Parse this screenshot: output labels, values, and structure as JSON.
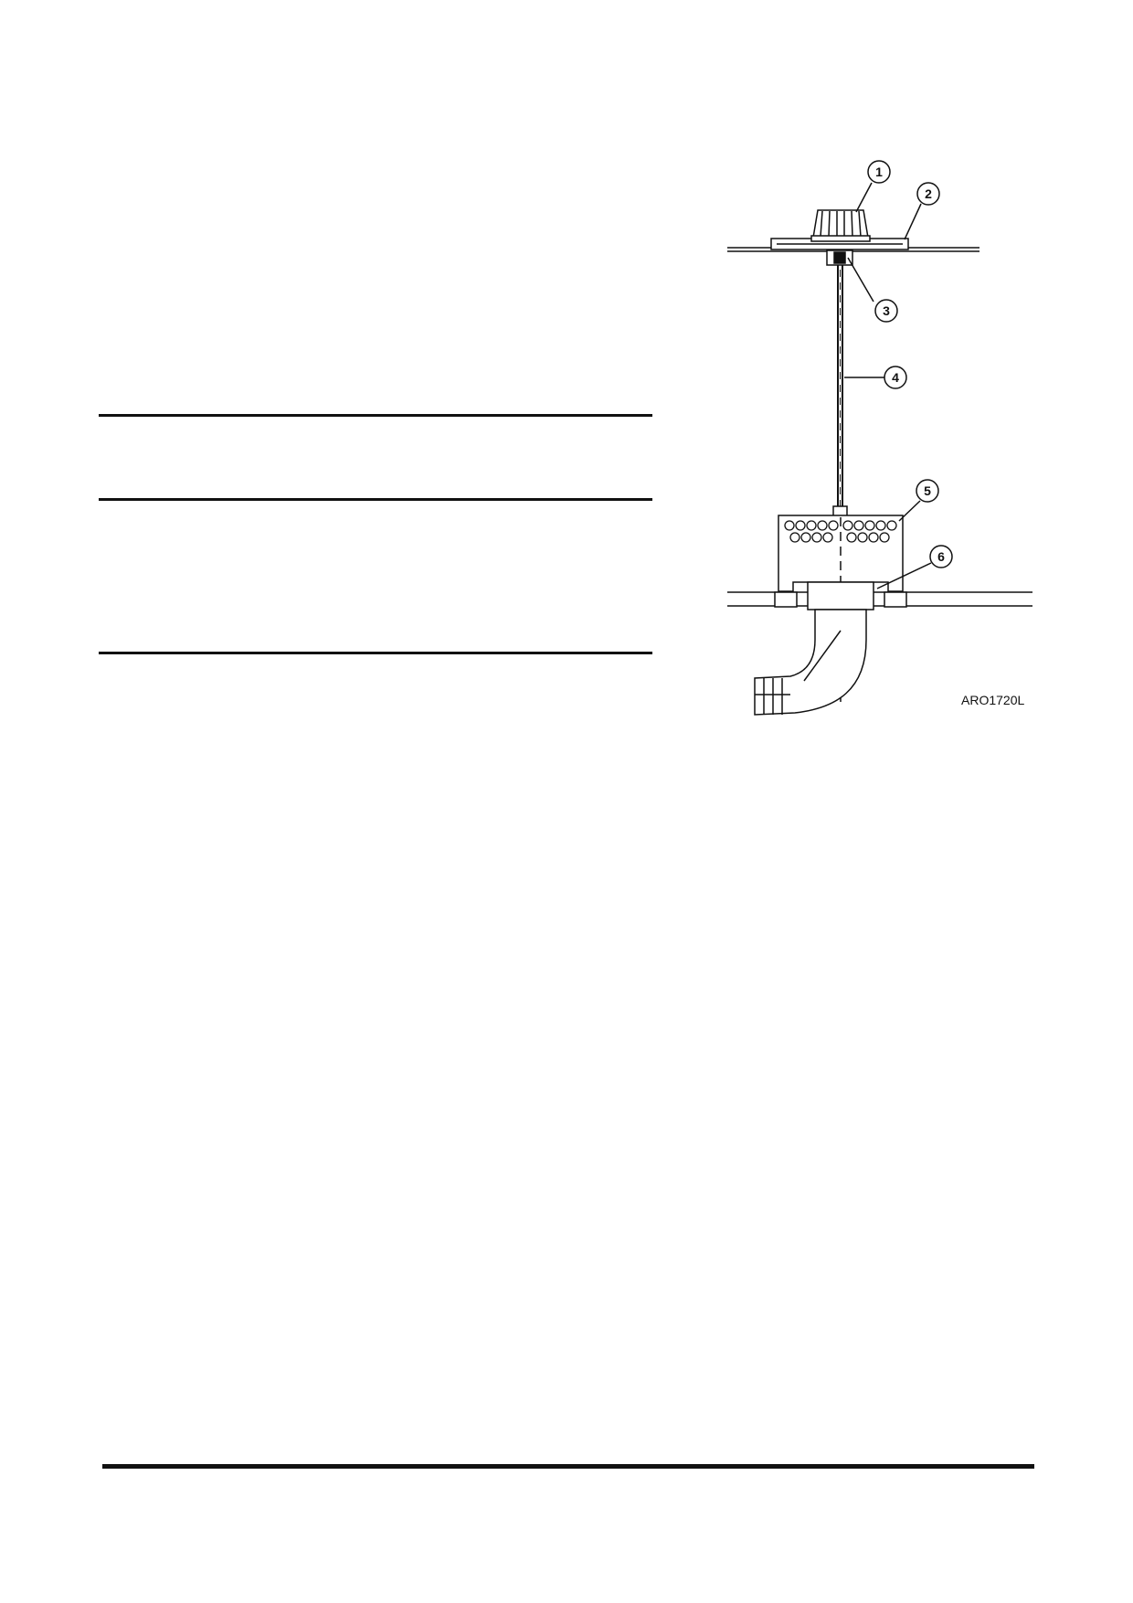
{
  "figure": {
    "callouts": [
      "1",
      "2",
      "3",
      "4",
      "5",
      "6"
    ],
    "figure_id": "ARO1720L"
  }
}
